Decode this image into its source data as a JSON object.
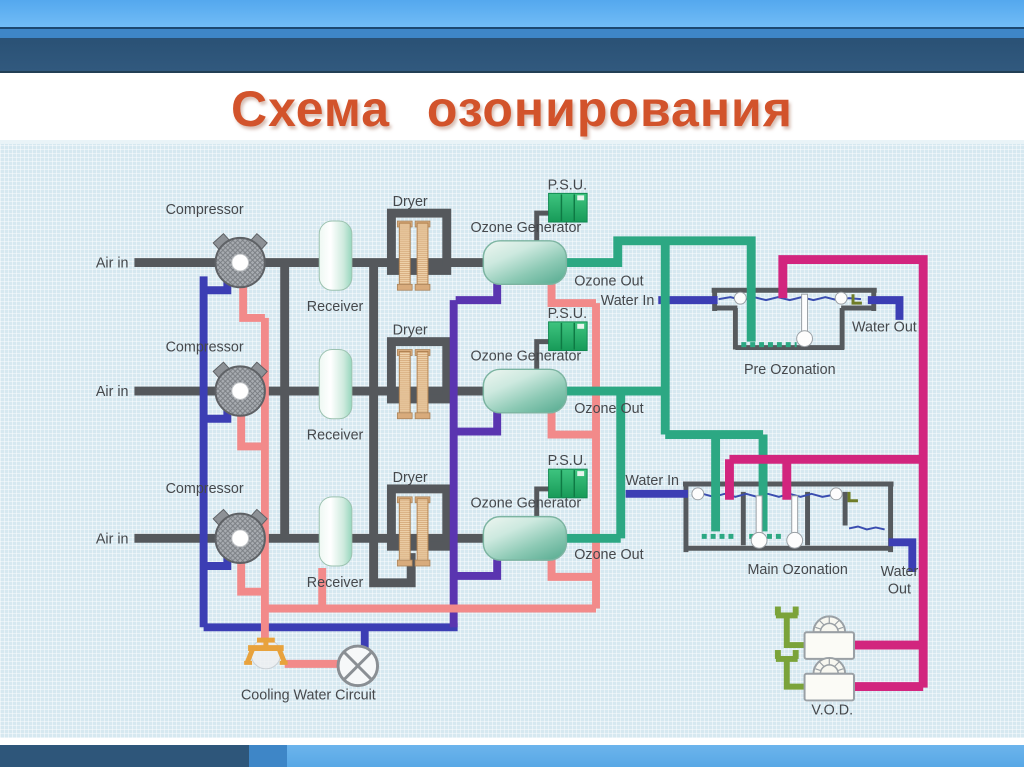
{
  "slide": {
    "title": "Схема озонирования"
  },
  "colors": {
    "title": "#D2532B",
    "pipe_air_gray": "#55585C",
    "pipe_blue": "#3C3EB4",
    "pipe_purple": "#5A35B0",
    "pipe_cooling_salmon": "#F28A8A",
    "pipe_ozone_teal": "#2CA883",
    "pipe_offgas_magenta": "#D2257E",
    "pipe_vent_olive": "#7BA33A",
    "valve_orange": "#E8A23C",
    "water_line_blue": "#3A4DB0"
  },
  "diagram": {
    "rows": [
      {
        "air_in": "Air in",
        "compressor": "Compressor",
        "receiver": "Receiver",
        "dryer": "Dryer",
        "psu": "P.S.U.",
        "generator": "Ozone Generator",
        "ozone_out": "Ozone Out"
      },
      {
        "air_in": "Air in",
        "compressor": "Compressor",
        "receiver": "Receiver",
        "dryer": "Dryer",
        "psu": "P.S.U.",
        "generator": "Ozone Generator",
        "ozone_out": "Ozone Out"
      },
      {
        "air_in": "Air in",
        "compressor": "Compressor",
        "receiver": "Receiver",
        "dryer": "Dryer",
        "psu": "P.S.U.",
        "generator": "Ozone Generator",
        "ozone_out": "Ozone Out"
      }
    ],
    "pre_ozonation": {
      "label": "Pre Ozonation",
      "water_in": "Water In",
      "water_out": "Water Out"
    },
    "main_ozonation": {
      "label": "Main Ozonation",
      "water_in": "Water In",
      "water_out_line1": "Water",
      "water_out_line2": "Out"
    },
    "cooling": {
      "label": "Cooling Water Circuit"
    },
    "vod": {
      "label": "V.O.D."
    }
  }
}
